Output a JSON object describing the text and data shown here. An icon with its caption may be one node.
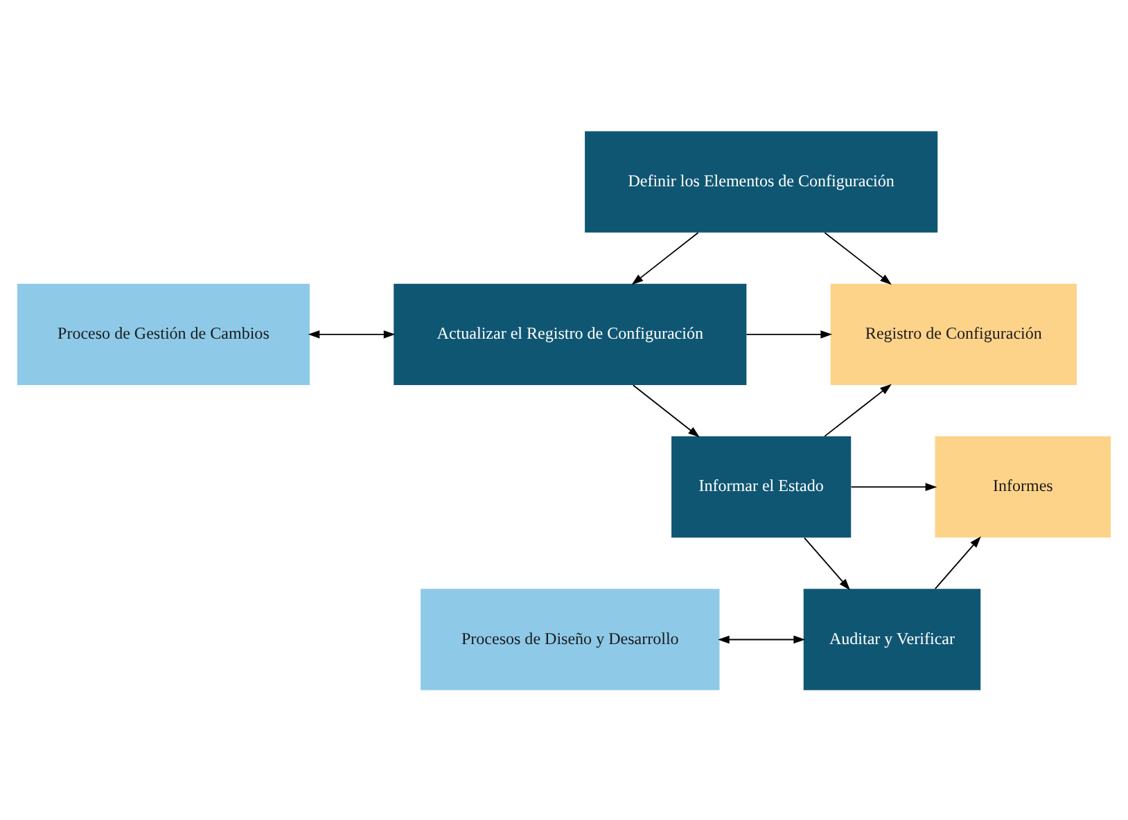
{
  "diagram": {
    "nodes": [
      {
        "text": [
          "Definir los Elementos de Configuración"
        ]
      },
      {
        "text": [
          "Proceso de Gestión de Cambios"
        ]
      },
      {
        "text": [
          "Actualizar el Registro de Configuración"
        ]
      },
      {
        "text": [
          "Registro de Configuración"
        ]
      },
      {
        "text": [
          "Informar el Estado"
        ]
      },
      {
        "text": [
          "Informes"
        ]
      },
      {
        "text": [
          "Procesos de Diseño y Desarrollo"
        ]
      },
      {
        "text": [
          "Auditar y Verificar"
        ]
      }
    ],
    "edges": [
      {
        "from": 0,
        "to": 2,
        "arrow": "to"
      },
      {
        "from": 0,
        "to": 3,
        "arrow": "to"
      },
      {
        "from": 1,
        "to": 2,
        "arrow": "both"
      },
      {
        "from": 2,
        "to": 3,
        "arrow": "to"
      },
      {
        "from": 2,
        "to": 4,
        "arrow": "to"
      },
      {
        "from": 4,
        "to": 3,
        "arrow": "to"
      },
      {
        "from": 4,
        "to": 5,
        "arrow": "to"
      },
      {
        "from": 4,
        "to": 7,
        "arrow": "to"
      },
      {
        "from": 6,
        "to": 7,
        "arrow": "both"
      },
      {
        "from": 7,
        "to": 5,
        "arrow": "to"
      }
    ]
  }
}
